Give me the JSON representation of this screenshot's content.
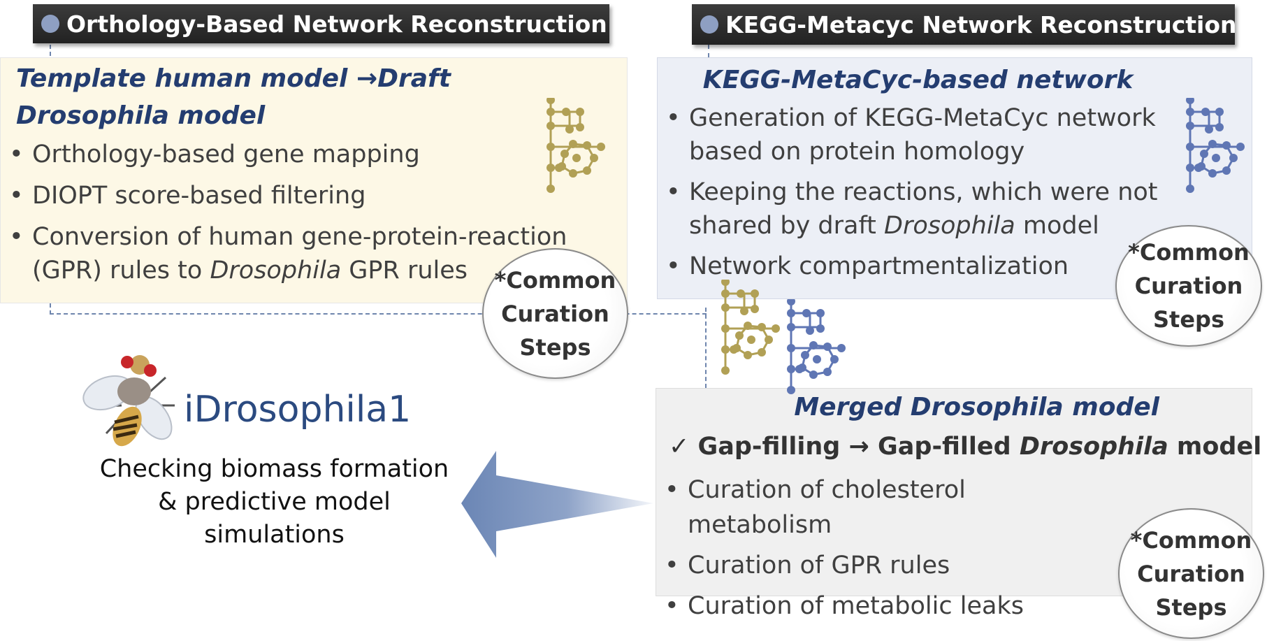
{
  "colors": {
    "orthology_network": "#b1a055",
    "kegg_network": "#5f76b4",
    "arrow": "#6b86b5",
    "title_text": "#243d70"
  },
  "left": {
    "header": "Orthology-Based Network Reconstruction",
    "title_part1": "Template human model ",
    "title_arrow": "→",
    "title_part2": "Draft Drosophila model",
    "bullets": [
      "Orthology-based gene mapping",
      "DIOPT score-based filtering"
    ],
    "bullet3_part1": "Conversion of human gene-protein-reaction (GPR) rules to ",
    "bullet3_italic": "Drosophila",
    "bullet3_part2": " GPR rules"
  },
  "right": {
    "header": "KEGG-Metacyc Network Reconstruction",
    "title": "KEGG-MetaCyc-based network",
    "bullet1": "Generation of KEGG-MetaCyc network based on protein homology",
    "bullet2_part1": "Keeping the reactions, which were not shared by draft ",
    "bullet2_italic": "Drosophila",
    "bullet2_part2": " model",
    "bullet3": "Network compartmentalization"
  },
  "merged": {
    "title": "Merged Drosophila model",
    "check": "✓",
    "gap_part1": "Gap-filling ",
    "gap_arrow": "→",
    "gap_part2": " Gap-filled ",
    "gap_italic": "Drosophila",
    "gap_part3": " model",
    "bullets": [
      "Curation of cholesterol metabolism",
      "Curation of GPR rules",
      "Curation of metabolic leaks"
    ]
  },
  "curation": {
    "line1": "*Common",
    "line2": "Curation",
    "line3": "Steps"
  },
  "final": {
    "model_name": "iDrosophila1",
    "description": "Checking biomass formation & predictive model simulations"
  },
  "icons": {
    "network": "metabolic-network-icon",
    "fly": "fruit-fly-icon",
    "arrow": "left-arrow-icon"
  }
}
